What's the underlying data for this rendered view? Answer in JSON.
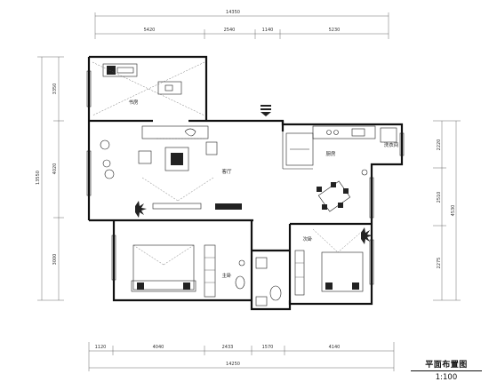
{
  "top_dims": {
    "total": "14350",
    "segments": [
      "5420",
      "2540",
      "1140",
      "5230"
    ]
  },
  "bottom_dims": {
    "total": "14250",
    "segments": [
      "1120",
      "4040",
      "2433",
      "1570",
      "4140"
    ]
  },
  "left_dims": {
    "total": "13550",
    "segments": [
      "3350",
      "4020",
      "3000"
    ]
  },
  "right_dims": {
    "total": "4530",
    "segments": [
      "2220",
      "2510",
      "2275"
    ]
  },
  "rooms": {
    "kitchen": "厨房",
    "laundry": "洗衣间",
    "living": "客厅",
    "master_bedroom": "主卧",
    "second_bedroom": "次卧",
    "study": "书房"
  },
  "title": "平面布置图",
  "scale": "1:100"
}
